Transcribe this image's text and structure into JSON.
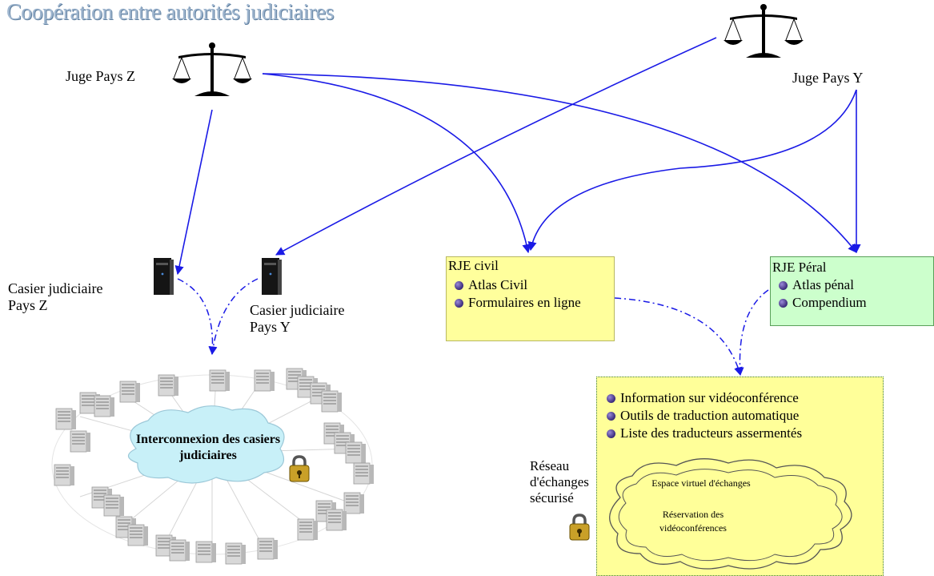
{
  "title": "Coopération entre  autorités judiciaires",
  "judges": {
    "z": "Juge Pays Z",
    "y": "Juge Pays Y"
  },
  "registries": {
    "z": [
      "Casier judiciaire",
      "Pays Z"
    ],
    "y": [
      "Casier judiciaire",
      "Pays Y"
    ]
  },
  "interconnection": [
    "Interconnexion des casiers",
    "judiciaires"
  ],
  "rje_civil": {
    "title": "RJE civil",
    "items": [
      "Atlas Civil",
      "Formulaires en ligne"
    ]
  },
  "rje_penal": {
    "title": "RJE Péral",
    "items": [
      "Atlas pénal",
      "Compendium"
    ]
  },
  "services": {
    "items": [
      "Information sur vidéoconférence",
      "Outils de traduction automatique",
      "Liste des traducteurs assermentés"
    ],
    "cloud_1": "Espace virtuel d'échanges",
    "cloud_2": [
      "Réservation des",
      "vidéoconférences"
    ]
  },
  "secure_network": [
    "Réseau",
    "d'échanges",
    "sécurisé"
  ],
  "colors": {
    "arrow": "#1a1ae6",
    "title": "#9fb6cf",
    "civil_box": "#ffff9c",
    "penal_box": "#ccffcc",
    "services_box": "#ffff99",
    "cloud": "#c8f0f8"
  }
}
